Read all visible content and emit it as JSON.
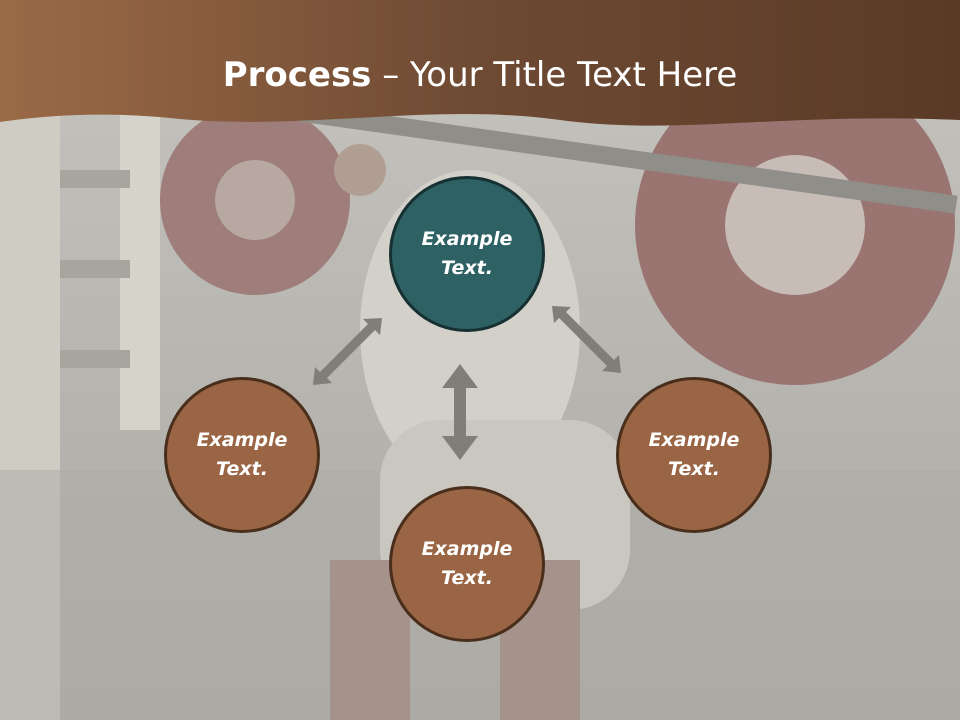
{
  "title": {
    "bold": "Process",
    "rest": " – Your Title Text Here"
  },
  "nodes": [
    {
      "line1": "Example",
      "line2": "Text."
    },
    {
      "line1": "Example",
      "line2": "Text."
    },
    {
      "line1": "Example",
      "line2": "Text."
    },
    {
      "line1": "Example",
      "line2": "Text."
    }
  ],
  "colors": {
    "header": "#8a5a3c",
    "center_node": "#2e6164",
    "outer_node": "#9a6544",
    "arrow": "#7f7e79"
  }
}
